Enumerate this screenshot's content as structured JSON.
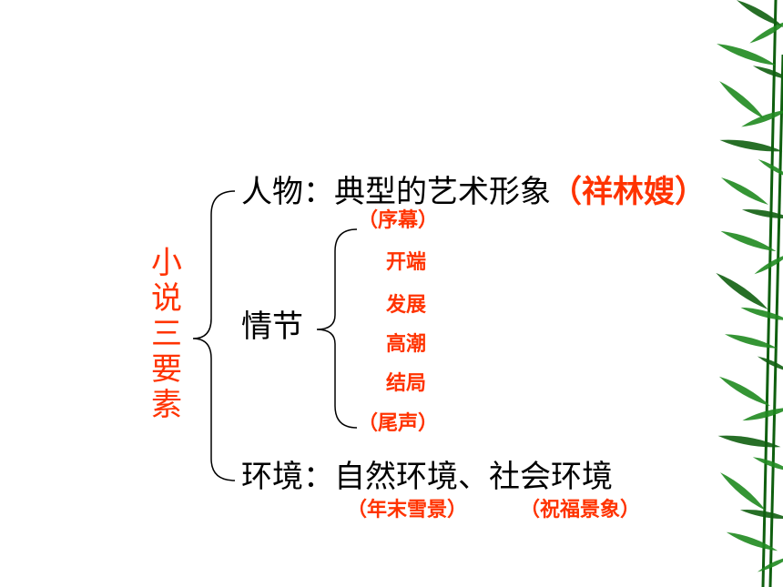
{
  "colors": {
    "text": "#000000",
    "accent": "#ff3300",
    "leaf": "#1f8a1f",
    "leaf_dark": "#0f5f0f"
  },
  "title": "小说三要素",
  "character": {
    "label": "人物：典型的艺术形象",
    "example": "（祥林嫂）"
  },
  "plot": {
    "label": "情节",
    "stages": [
      "（序幕）",
      "开端",
      "发展",
      "高潮",
      "结局",
      "（尾声）"
    ]
  },
  "setting": {
    "label": "环境：自然环境、社会环境",
    "natural_example": "（年末雪景）",
    "social_example": "（祝福景象）"
  },
  "decoration": {
    "icon": "bamboo-leaves-icon"
  }
}
